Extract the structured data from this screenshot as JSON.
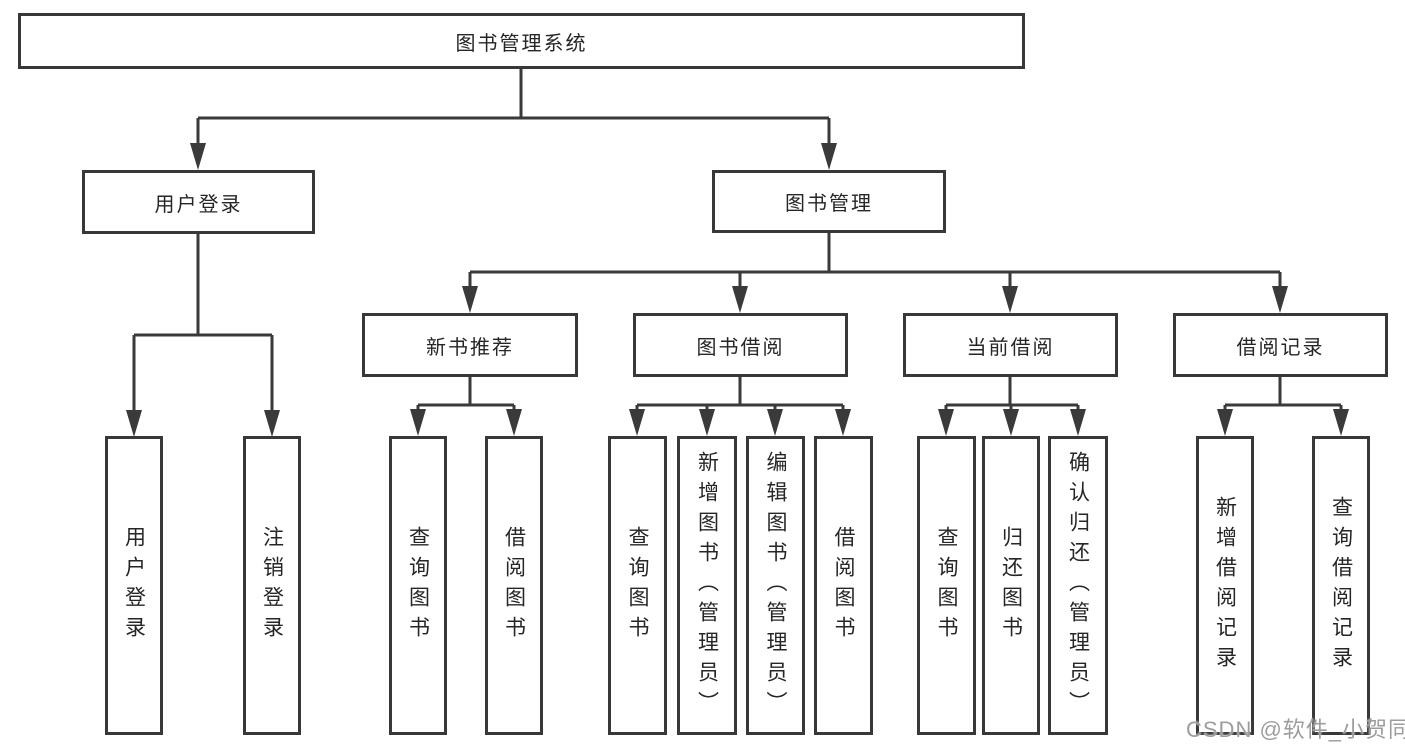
{
  "root": {
    "label": "图书管理系统"
  },
  "level2": {
    "user_login": {
      "label": "用户登录"
    },
    "book_mgmt": {
      "label": "图书管理"
    }
  },
  "level3": {
    "new_books": {
      "label": "新书推荐"
    },
    "borrowing": {
      "label": "图书借阅"
    },
    "current": {
      "label": "当前借阅"
    },
    "records": {
      "label": "借阅记录"
    }
  },
  "leaves": {
    "user_login": {
      "label": "用户登录"
    },
    "logout": {
      "label": "注销登录"
    },
    "nb_query": {
      "label": "查询图书"
    },
    "nb_borrow": {
      "label": "借阅图书"
    },
    "bb_query": {
      "label": "查询图书"
    },
    "bb_add": {
      "label": "新增图书（管理员）"
    },
    "bb_edit": {
      "label": "编辑图书（管理员）"
    },
    "bb_borrow": {
      "label": "借阅图书"
    },
    "cb_query": {
      "label": "查询图书"
    },
    "cb_return": {
      "label": "归还图书"
    },
    "cb_confirm": {
      "label": "确认归还（管理员）"
    },
    "br_add": {
      "label": "新增借阅记录"
    },
    "br_query": {
      "label": "查询借阅记录"
    }
  },
  "watermark": {
    "label": "CSDN @软件_小贺同学"
  },
  "colors": {
    "line": "#3a3a3a",
    "box_border": "#383838",
    "box_bg": "#ffffff",
    "text": "#262626",
    "watermark": "#9d9d9d"
  }
}
